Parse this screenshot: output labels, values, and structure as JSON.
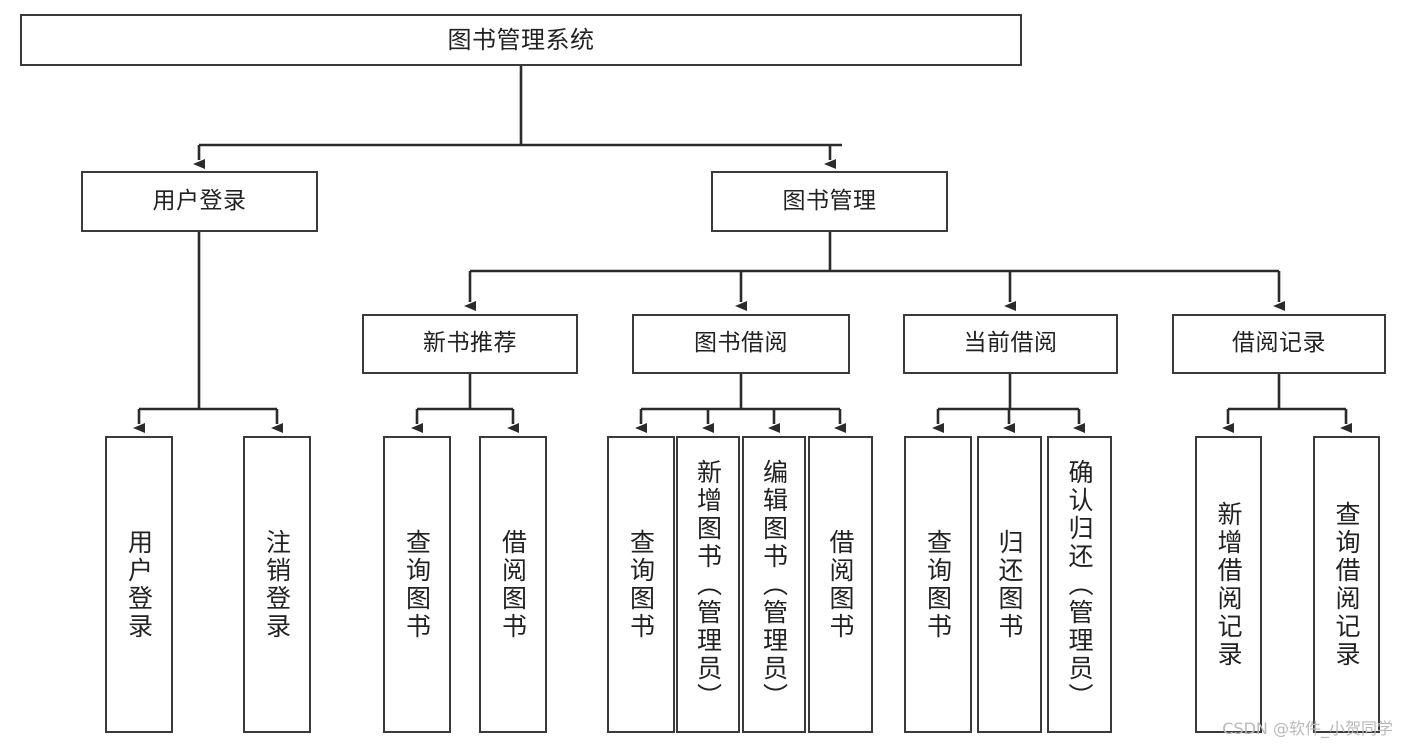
{
  "diagram": {
    "title": "图书管理系统",
    "type": "tree-hierarchy",
    "watermark": "CSDN @软件_小贺同学",
    "colors": {
      "box_border": "#3a3a3a",
      "box_fill": "#ffffff",
      "edge": "#2b2b2b",
      "text": "#222222",
      "watermark": "#b9b9b9"
    },
    "nodes": {
      "root": {
        "label": "图书管理系统"
      },
      "level2": [
        {
          "label": "用户登录"
        },
        {
          "label": "图书管理"
        }
      ],
      "level3": [
        {
          "label": "新书推荐"
        },
        {
          "label": "图书借阅"
        },
        {
          "label": "当前借阅"
        },
        {
          "label": "借阅记录"
        }
      ],
      "leaves_user_login": [
        {
          "label": "用户登录"
        },
        {
          "label": "注销登录"
        }
      ],
      "leaves_new_book": [
        {
          "label": "查询图书"
        },
        {
          "label": "借阅图书"
        }
      ],
      "leaves_borrow": [
        {
          "label": "查询图书"
        },
        {
          "label": "新增图书（管理员）"
        },
        {
          "label": "编辑图书（管理员）"
        },
        {
          "label": "借阅图书"
        }
      ],
      "leaves_current": [
        {
          "label": "查询图书"
        },
        {
          "label": "归还图书"
        },
        {
          "label": "确认归还（管理员）"
        }
      ],
      "leaves_records": [
        {
          "label": "新增借阅记录"
        },
        {
          "label": "查询借阅记录"
        }
      ]
    }
  }
}
